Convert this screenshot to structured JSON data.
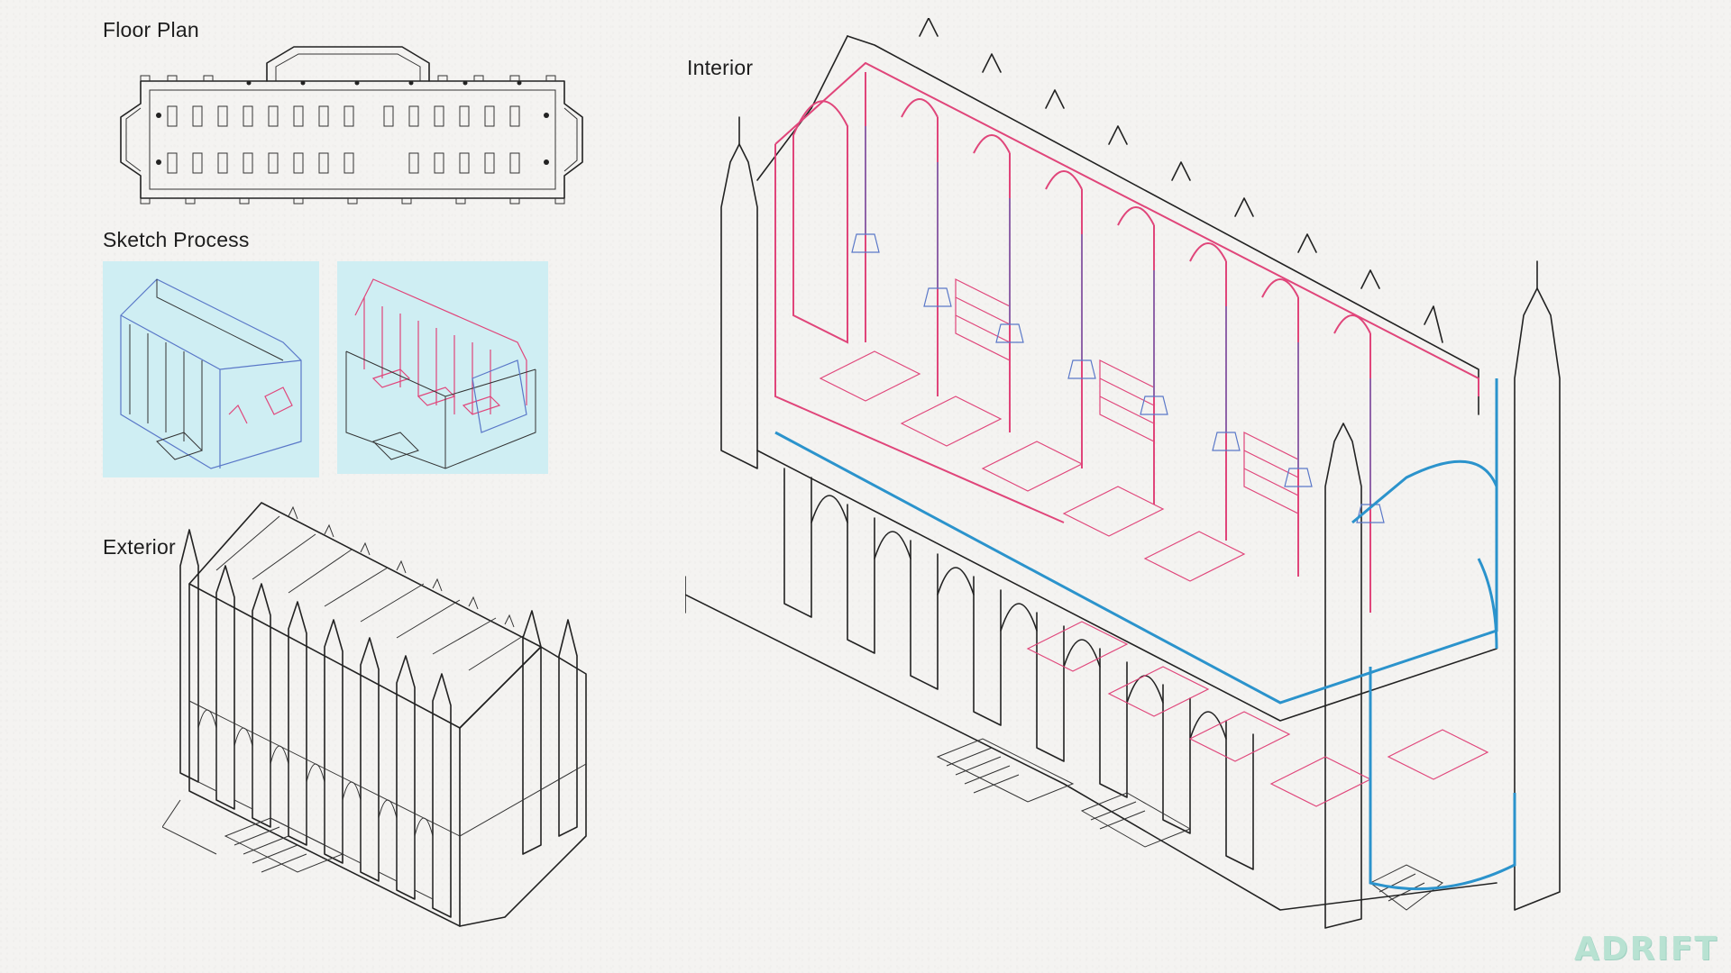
{
  "labels": {
    "floor_plan": "Floor Plan",
    "sketch_process": "Sketch Process",
    "exterior": "Exterior",
    "interior": "Interior"
  },
  "logo": "ADRIFT",
  "colors": {
    "background": "#f4f3f1",
    "ink": "#222222",
    "pink": "#e0457a",
    "blue": "#2b93cc",
    "sketch_bg": "#cfeef3",
    "logo": "#b8e2d2"
  }
}
